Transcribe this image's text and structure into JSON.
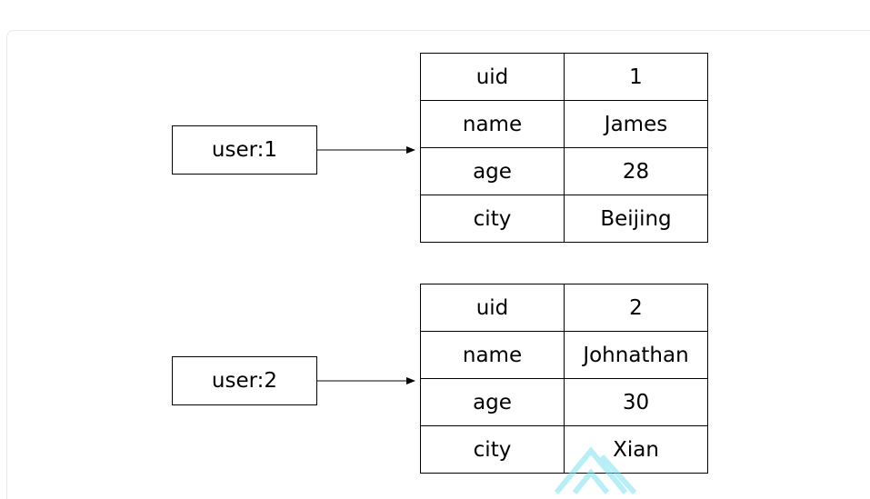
{
  "colors": {
    "line": "#000000",
    "card_border": "#e6e8ec",
    "watermark": "#7fe3f2"
  },
  "icons": {
    "watermark": "watermark-logo-icon"
  },
  "users": [
    {
      "key": "user:1",
      "fields": [
        {
          "field": "uid",
          "value": "1"
        },
        {
          "field": "name",
          "value": "James"
        },
        {
          "field": "age",
          "value": "28"
        },
        {
          "field": "city",
          "value": "Beijing"
        }
      ]
    },
    {
      "key": "user:2",
      "fields": [
        {
          "field": "uid",
          "value": "2"
        },
        {
          "field": "name",
          "value": "Johnathan"
        },
        {
          "field": "age",
          "value": "30"
        },
        {
          "field": "city",
          "value": "Xian"
        }
      ]
    }
  ]
}
